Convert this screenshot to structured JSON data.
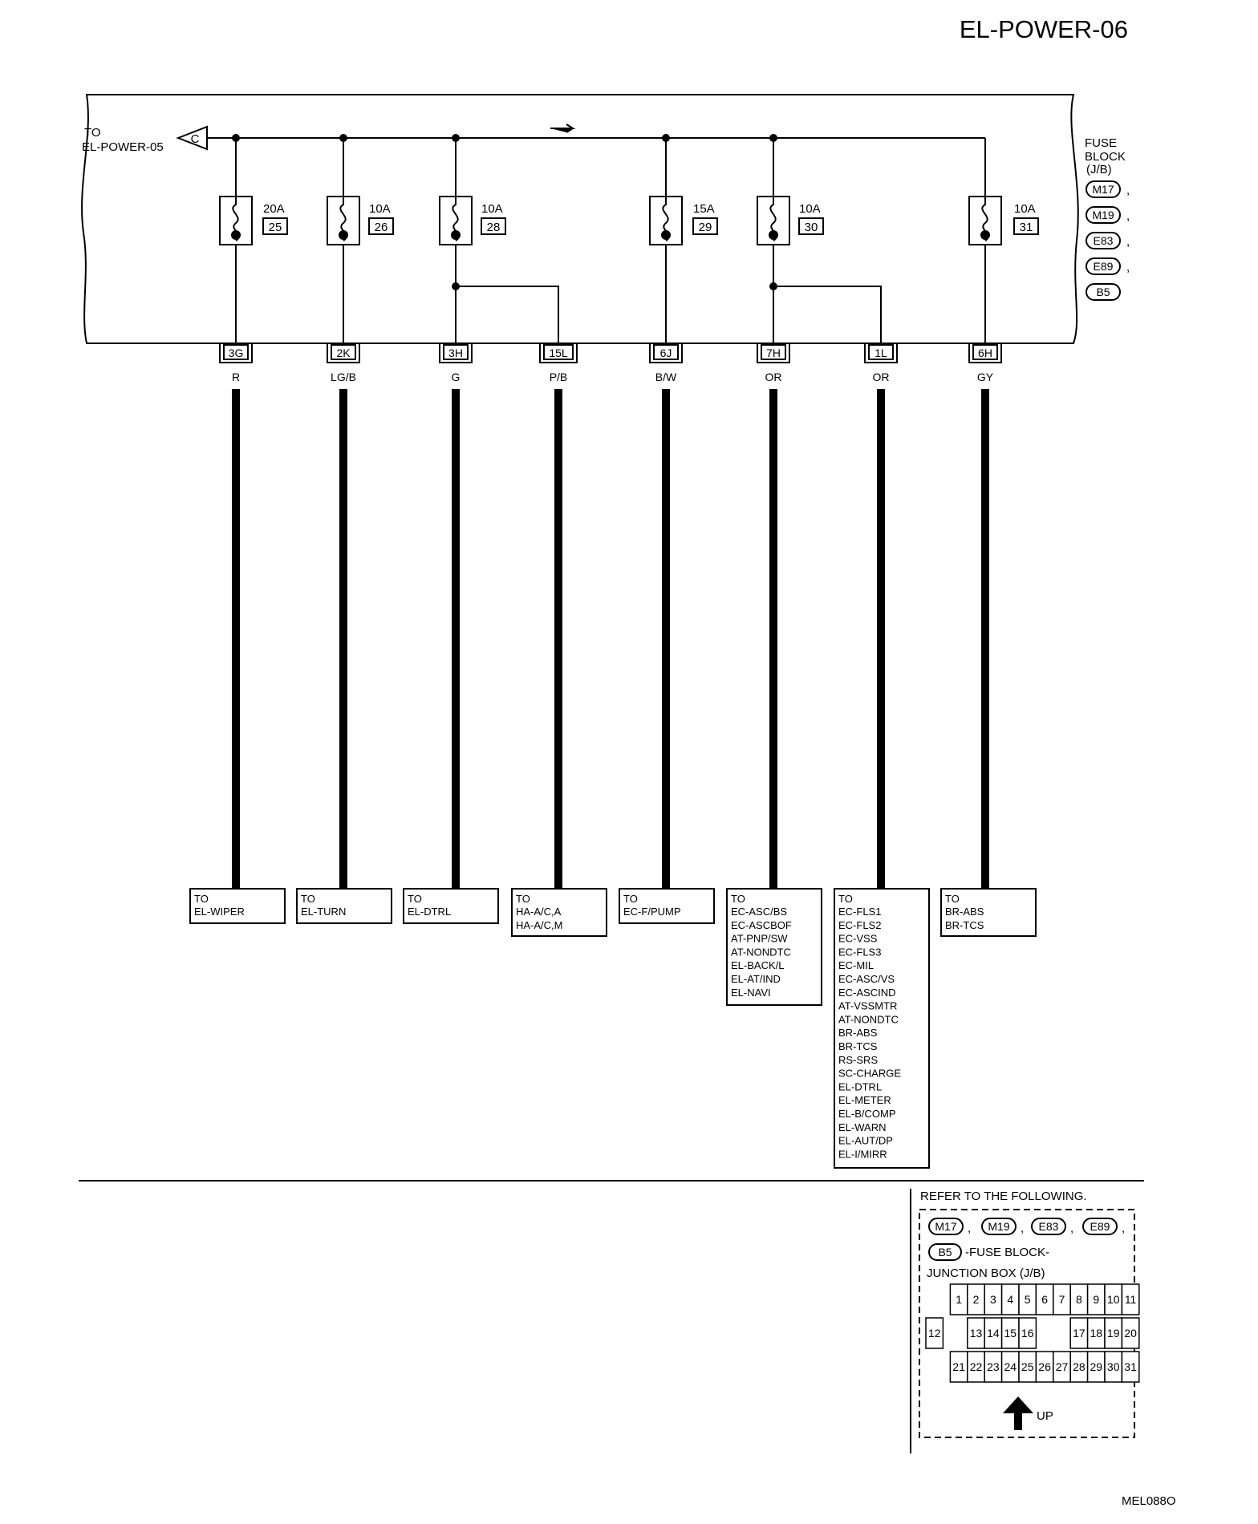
{
  "page_id": "EL-POWER-06",
  "figure_code": "MEL088O",
  "source_ref": {
    "to_text": "TO",
    "page": "EL-POWER-05",
    "connector_letter": "C"
  },
  "fuse_block": {
    "title_lines": [
      "FUSE",
      "BLOCK",
      "(J/B)"
    ],
    "connectors": [
      "M17",
      "M19",
      "E83",
      "E89",
      "B5"
    ],
    "separators": [
      ",",
      ",",
      ",",
      ","
    ]
  },
  "fuses": [
    {
      "amp": "20A",
      "number": "25"
    },
    {
      "amp": "10A",
      "number": "26"
    },
    {
      "amp": "10A",
      "number": "28"
    },
    {
      "amp": "15A",
      "number": "29"
    },
    {
      "amp": "10A",
      "number": "30"
    },
    {
      "amp": "10A",
      "number": "31"
    }
  ],
  "terminals": [
    {
      "terminal": "3G",
      "color": "R",
      "destinations": [
        "EL-WIPER"
      ]
    },
    {
      "terminal": "2K",
      "color": "LG/B",
      "destinations": [
        "EL-TURN"
      ]
    },
    {
      "terminal": "3H",
      "color": "G",
      "destinations": [
        "EL-DTRL"
      ]
    },
    {
      "terminal": "15L",
      "color": "P/B",
      "destinations": [
        "HA-A/C,A",
        "HA-A/C,M"
      ]
    },
    {
      "terminal": "6J",
      "color": "B/W",
      "destinations": [
        "EC-F/PUMP"
      ]
    },
    {
      "terminal": "7H",
      "color": "OR",
      "destinations": [
        "EC-ASC/BS",
        "EC-ASCBOF",
        "AT-PNP/SW",
        "AT-NONDTC",
        "EL-BACK/L",
        "EL-AT/IND",
        "EL-NAVI"
      ]
    },
    {
      "terminal": "1L",
      "color": "OR",
      "destinations": [
        "EC-FLS1",
        "EC-FLS2",
        "EC-VSS",
        "EC-FLS3",
        "EC-MIL",
        "EC-ASC/VS",
        "EC-ASCIND",
        "AT-VSSMTR",
        "AT-NONDTC",
        "BR-ABS",
        "BR-TCS",
        "RS-SRS",
        "SC-CHARGE",
        "EL-DTRL",
        "EL-METER",
        "EL-B/COMP",
        "EL-WARN",
        "EL-AUT/DP",
        "EL-I/MIRR"
      ]
    },
    {
      "terminal": "6H",
      "color": "GY",
      "destinations": [
        "BR-ABS",
        "BR-TCS"
      ]
    }
  ],
  "dest_prefix": "TO",
  "refer": {
    "heading": "REFER TO THE FOLLOWING.",
    "connectors_row": [
      "M17",
      "M19",
      "E83",
      "E89"
    ],
    "separators": [
      ",",
      ",",
      ",",
      ","
    ],
    "block_connector": "B5",
    "block_name": "-FUSE BLOCK-",
    "block_name2": "JUNCTION BOX (J/B)",
    "grid_row1": [
      "1",
      "2",
      "3",
      "4",
      "5",
      "6",
      "7",
      "8",
      "9",
      "10",
      "11"
    ],
    "grid_row2": [
      "12",
      "13",
      "14",
      "15",
      "16",
      "17",
      "18",
      "19",
      "20"
    ],
    "grid_row3": [
      "21",
      "22",
      "23",
      "24",
      "25",
      "26",
      "27",
      "28",
      "29",
      "30",
      "31"
    ],
    "up_label": "UP"
  }
}
